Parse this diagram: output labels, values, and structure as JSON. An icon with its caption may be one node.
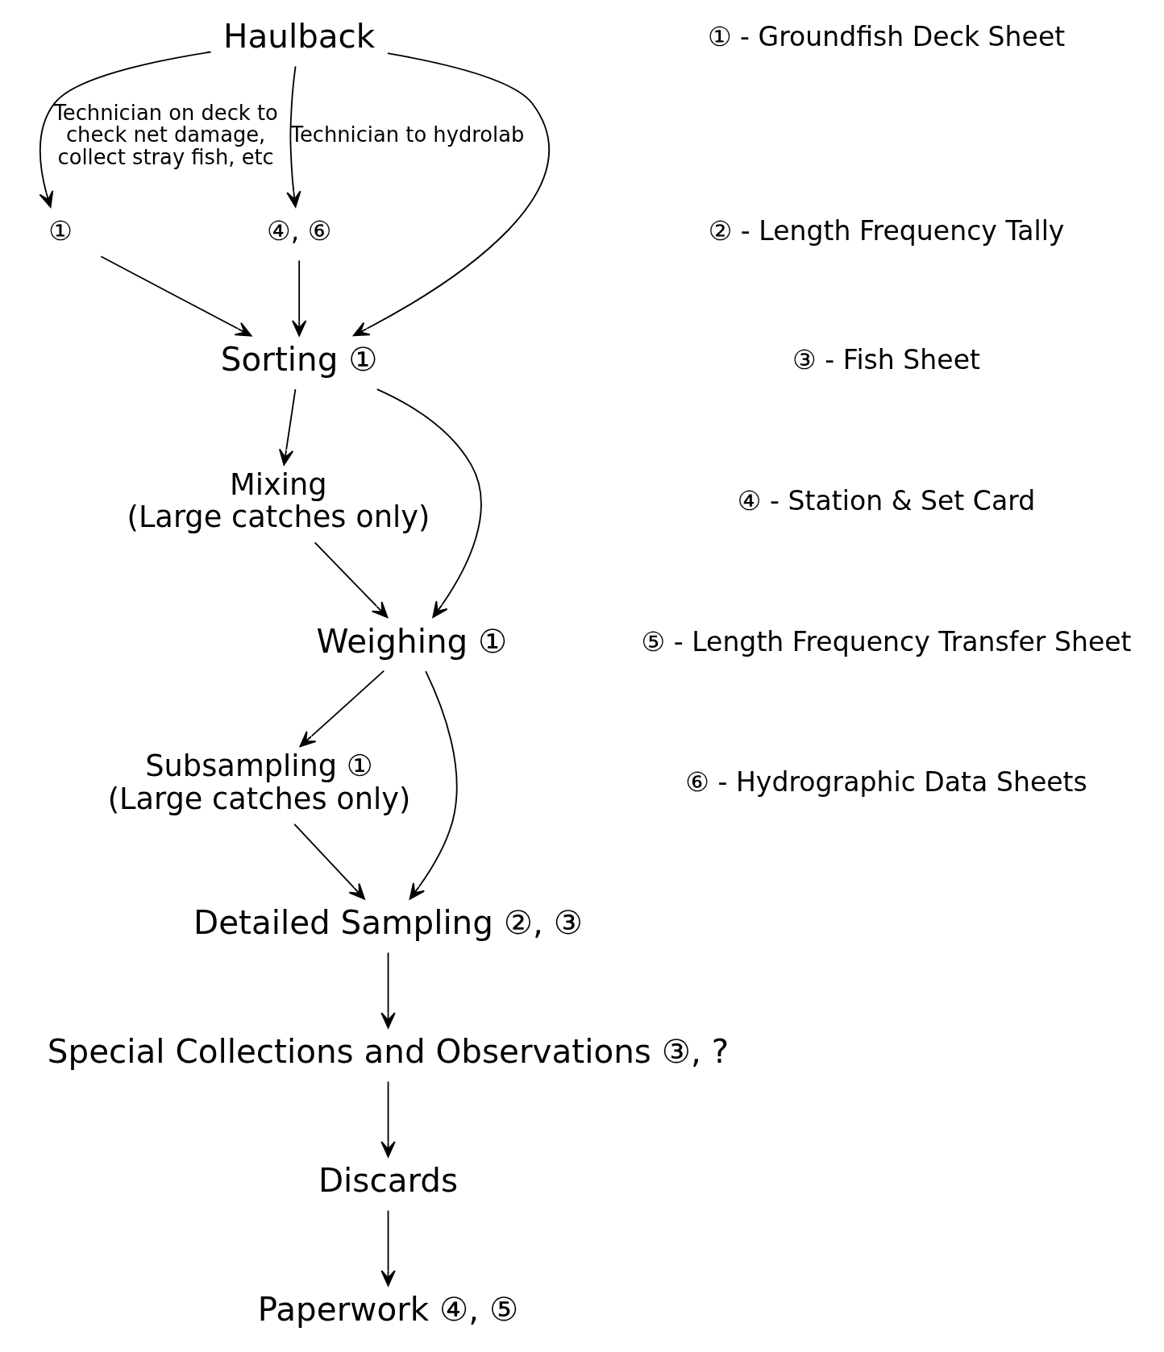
{
  "diagram": {
    "nodes": [
      {
        "text": [
          "Haulback"
        ]
      },
      {
        "text": [
          "①"
        ]
      },
      {
        "text": [
          "④, ⑥"
        ]
      },
      {
        "text": [
          "Sorting ①"
        ]
      },
      {
        "text": [
          "Mixing",
          "(Large catches only)"
        ]
      },
      {
        "text": [
          "Weighing ①"
        ]
      },
      {
        "text": [
          "Subsampling ①",
          "(Large catches only)"
        ]
      },
      {
        "text": [
          "Detailed Sampling ②, ③"
        ]
      },
      {
        "text": [
          "Special Collections and Observations ③, ?"
        ]
      },
      {
        "text": [
          "Discards"
        ]
      },
      {
        "text": [
          "Paperwork ④, ⑤"
        ]
      }
    ],
    "edges": [
      {
        "from": 0,
        "to": 1,
        "arrow": "to",
        "label": "Technician on deck to check net damage, collect stray fish, etc"
      },
      {
        "from": 0,
        "to": 2,
        "arrow": "to",
        "label": "Technician to hydrolab"
      },
      {
        "from": 0,
        "to": 3,
        "arrow": "to"
      },
      {
        "from": 1,
        "to": 3,
        "arrow": "to"
      },
      {
        "from": 2,
        "to": 3,
        "arrow": "to"
      },
      {
        "from": 3,
        "to": 5,
        "arrow": "to"
      },
      {
        "from": 3,
        "to": 4,
        "arrow": "to"
      },
      {
        "from": 4,
        "to": 5,
        "arrow": "to"
      },
      {
        "from": 5,
        "to": 7,
        "arrow": "to"
      },
      {
        "from": 5,
        "to": 6,
        "arrow": "to"
      },
      {
        "from": 6,
        "to": 7,
        "arrow": "to"
      },
      {
        "from": 7,
        "to": 8,
        "arrow": "to"
      },
      {
        "from": 8,
        "to": 9,
        "arrow": "to"
      },
      {
        "from": 9,
        "to": 10,
        "arrow": "to"
      }
    ],
    "labels": [
      "① - Groundfish Deck Sheet",
      "② - Length Frequency Tally",
      "③ - Fish Sheet",
      "④ - Station & Set Card",
      "⑤ - Length Frequency Transfer Sheet",
      "⑥ - Hydrographic Data Sheets"
    ]
  }
}
